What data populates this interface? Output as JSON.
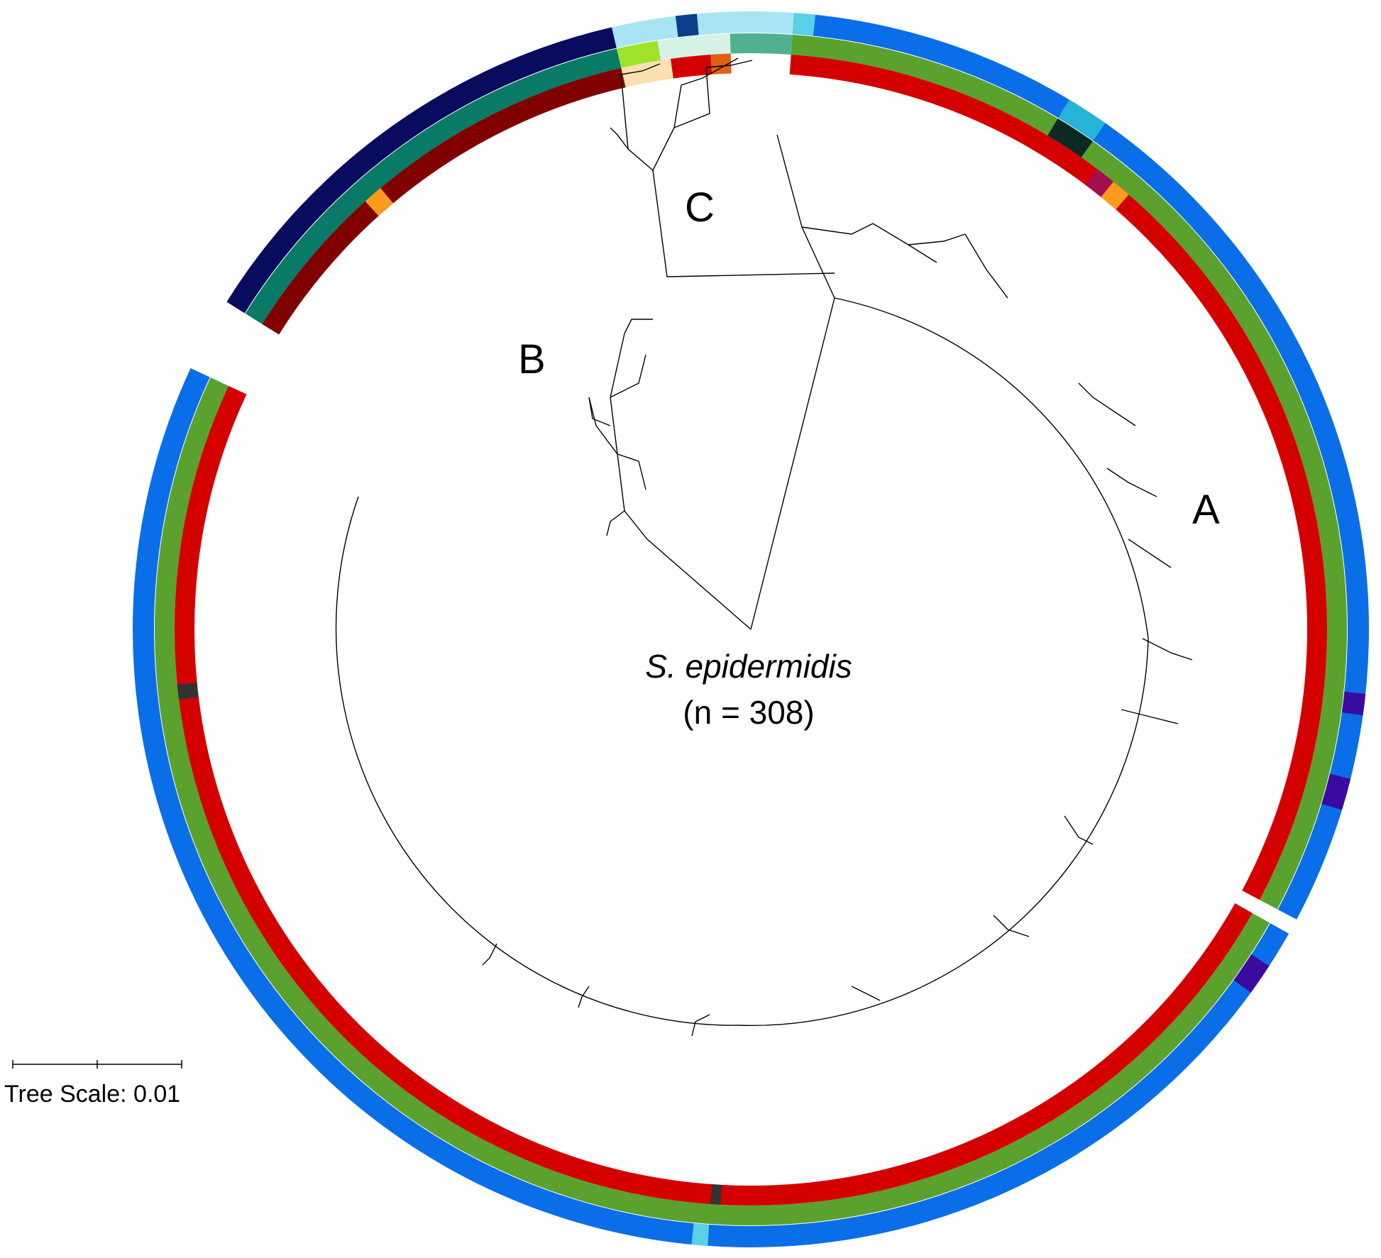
{
  "center_label": {
    "species": "S. epidermidis",
    "count": "(n = 308)"
  },
  "clade_labels": {
    "a": "A",
    "b": "B",
    "c": "C"
  },
  "scale_bar": {
    "label": "Tree Scale: 0.01",
    "value": 0.01
  },
  "ring_colors": {
    "inner_default": "#d40000",
    "middle_default": "#5aa12e",
    "outer_default": "#0a6ee8",
    "inner_clade_c": "#800000",
    "middle_clade_c": "#087a66",
    "outer_clade_c": "#080b5e"
  },
  "ring_highlights": [
    {
      "ring": "outer",
      "color": "#3b0aa0",
      "location": "right side, small purple blocks"
    },
    {
      "ring": "outer",
      "color": "#5ad0e8",
      "location": "bottom, light blue block"
    },
    {
      "ring": "inner",
      "color": "#333333",
      "location": "bottom and left, dark grey blocks"
    },
    {
      "ring": "inner",
      "color": "#ff9a1a",
      "location": "upper right and upper left, orange blocks"
    },
    {
      "ring": "middle",
      "color": "#9ee22a",
      "location": "top, lime blocks"
    },
    {
      "ring": "outer",
      "color": "#a8e4f4",
      "location": "top, pale blue blocks"
    },
    {
      "ring": "outer",
      "color": "#26b3d8",
      "location": "upper right, cyan block"
    },
    {
      "ring": "middle",
      "color": "#0a2a22",
      "location": "upper right, near-black block"
    }
  ]
}
